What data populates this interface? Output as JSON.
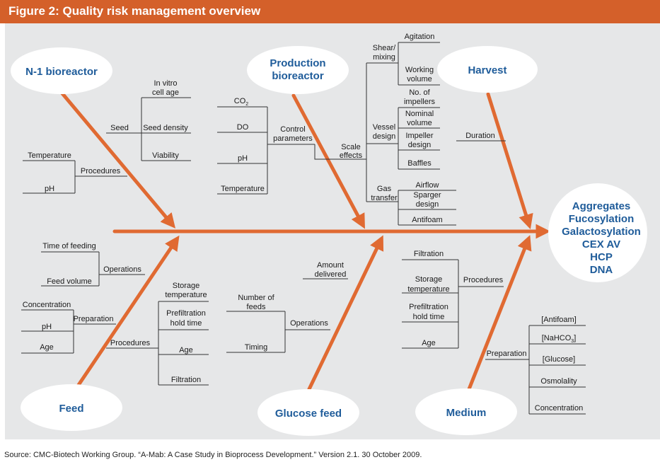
{
  "figure_title": "Figure 2: Quality risk management overview",
  "source": "Source: CMC-Biotech Working Group. “A-Mab: A Case Study in Bioprocess Development.” Version 2.1. 30 October 2009.",
  "colors": {
    "header": "#d4602a",
    "arrow": "#e06a32",
    "panel": "#e6e7e8",
    "label_blue": "#1f5c9a"
  },
  "causes": {
    "n1": {
      "title": "N-1 bioreactor",
      "seed": "Seed",
      "in_vitro": [
        "In vitro",
        "cell age"
      ],
      "seed_density": "Seed density",
      "viability": "Viability",
      "procedures": "Procedures",
      "temperature": "Temperature",
      "ph": "pH"
    },
    "production": {
      "title": [
        "Production",
        "bioreactor"
      ],
      "co2": "CO",
      "co2_sub": "2",
      "do": "DO",
      "ph": "pH",
      "temperature": "Temperature",
      "control_parameters": [
        "Control",
        "parameters"
      ],
      "scale_effects": [
        "Scale",
        "effects"
      ],
      "shear_mixing": [
        "Shear/",
        "mixing"
      ],
      "agitation": "Agitation",
      "working_volume": [
        "Working",
        "volume"
      ],
      "vessel_design": [
        "Vessel",
        "design"
      ],
      "no_impellers": [
        "No. of",
        "impellers"
      ],
      "nominal_volume": [
        "Nominal",
        "volume"
      ],
      "impeller_design": [
        "Impeller",
        "design"
      ],
      "baffles": "Baffles",
      "gas_transfer": [
        "Gas",
        "transfer"
      ],
      "airflow": "Airflow",
      "sparger_design": [
        "Sparger",
        "design"
      ],
      "antifoam": "Antifoam"
    },
    "harvest": {
      "title": "Harvest",
      "duration": "Duration"
    },
    "feed": {
      "title": "Feed",
      "time_of_feeding": "Time of feeding",
      "feed_volume": "Feed volume",
      "operations": "Operations",
      "concentration": "Concentration",
      "ph": "pH",
      "age": "Age",
      "preparation": "Preparation",
      "procedures": "Procedures",
      "storage_temperature": [
        "Storage",
        "temperature"
      ],
      "prefiltration_hold_time": [
        "Prefiltration",
        "hold time"
      ],
      "age2": "Age",
      "filtration": "Filtration"
    },
    "glucose": {
      "title": "Glucose feed",
      "amount_delivered": [
        "Amount",
        "delivered"
      ],
      "number_of_feeds": [
        "Number of",
        "feeds"
      ],
      "timing": "Timing",
      "operations": "Operations"
    },
    "medium": {
      "title": "Medium",
      "filtration": "Filtration",
      "storage_temperature": [
        "Storage",
        "temperature"
      ],
      "prefiltration_hold_time": [
        "Prefiltration",
        "hold time"
      ],
      "age": "Age",
      "procedures": "Procedures",
      "antifoam": "[Antifoam]",
      "nahco3_a": "[NaHCO",
      "nahco3_sub": "3",
      "nahco3_b": "]",
      "glucose": "[Glucose]",
      "osmolality": "Osmolality",
      "concentration": "Concentration",
      "preparation": "Preparation"
    }
  },
  "outcome": [
    "Aggregates",
    "Fucosylation",
    "Galactosylation",
    "CEX AV",
    "HCP",
    "DNA"
  ]
}
